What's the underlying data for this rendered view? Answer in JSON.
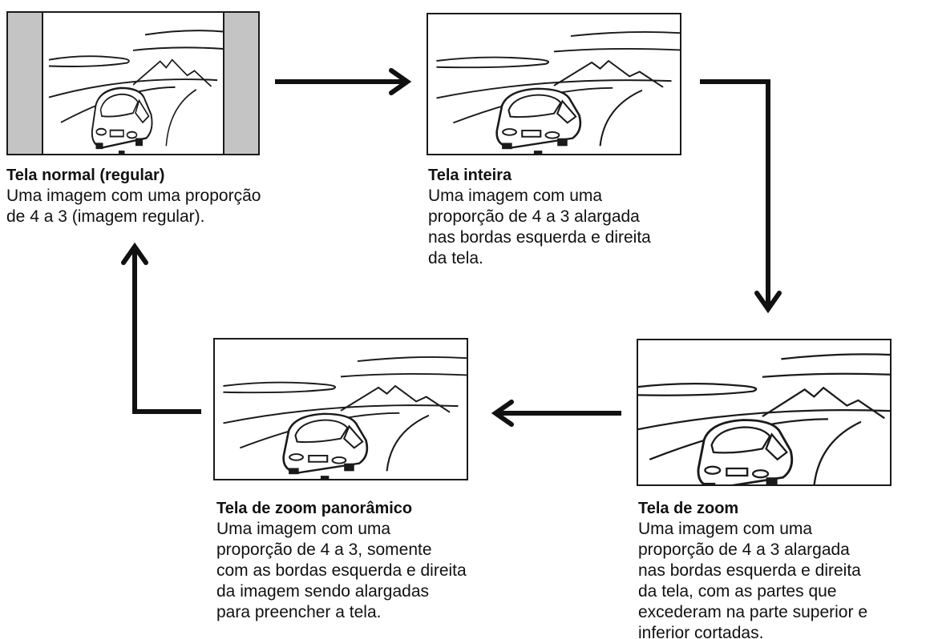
{
  "screens": [
    {
      "title": "Tela normal (regular)",
      "description": "Uma imagem com uma proporção\nde 4 a 3 (imagem regular)."
    },
    {
      "title": "Tela inteira",
      "description": "Uma imagem com uma\nproporção de 4 a 3 alargada\nnas bordas esquerda e direita\nda tela."
    },
    {
      "title": "Tela de zoom",
      "description": "Uma imagem com uma\nproporção de 4 a 3 alargada\nnas bordas esquerda e direita\nda tela, com as partes que\nexcederam na parte superior e\ninferior cortadas."
    },
    {
      "title": "Tela de zoom panorâmico",
      "description": "Uma imagem com uma\nproporção de 4 a 3, somente\ncom as bordas esquerda e direita\nda imagem sendo alargadas\npara preencher a tela."
    }
  ],
  "colors": {
    "side_bars": "#c4c4c4",
    "line": "#1a1a1a"
  }
}
